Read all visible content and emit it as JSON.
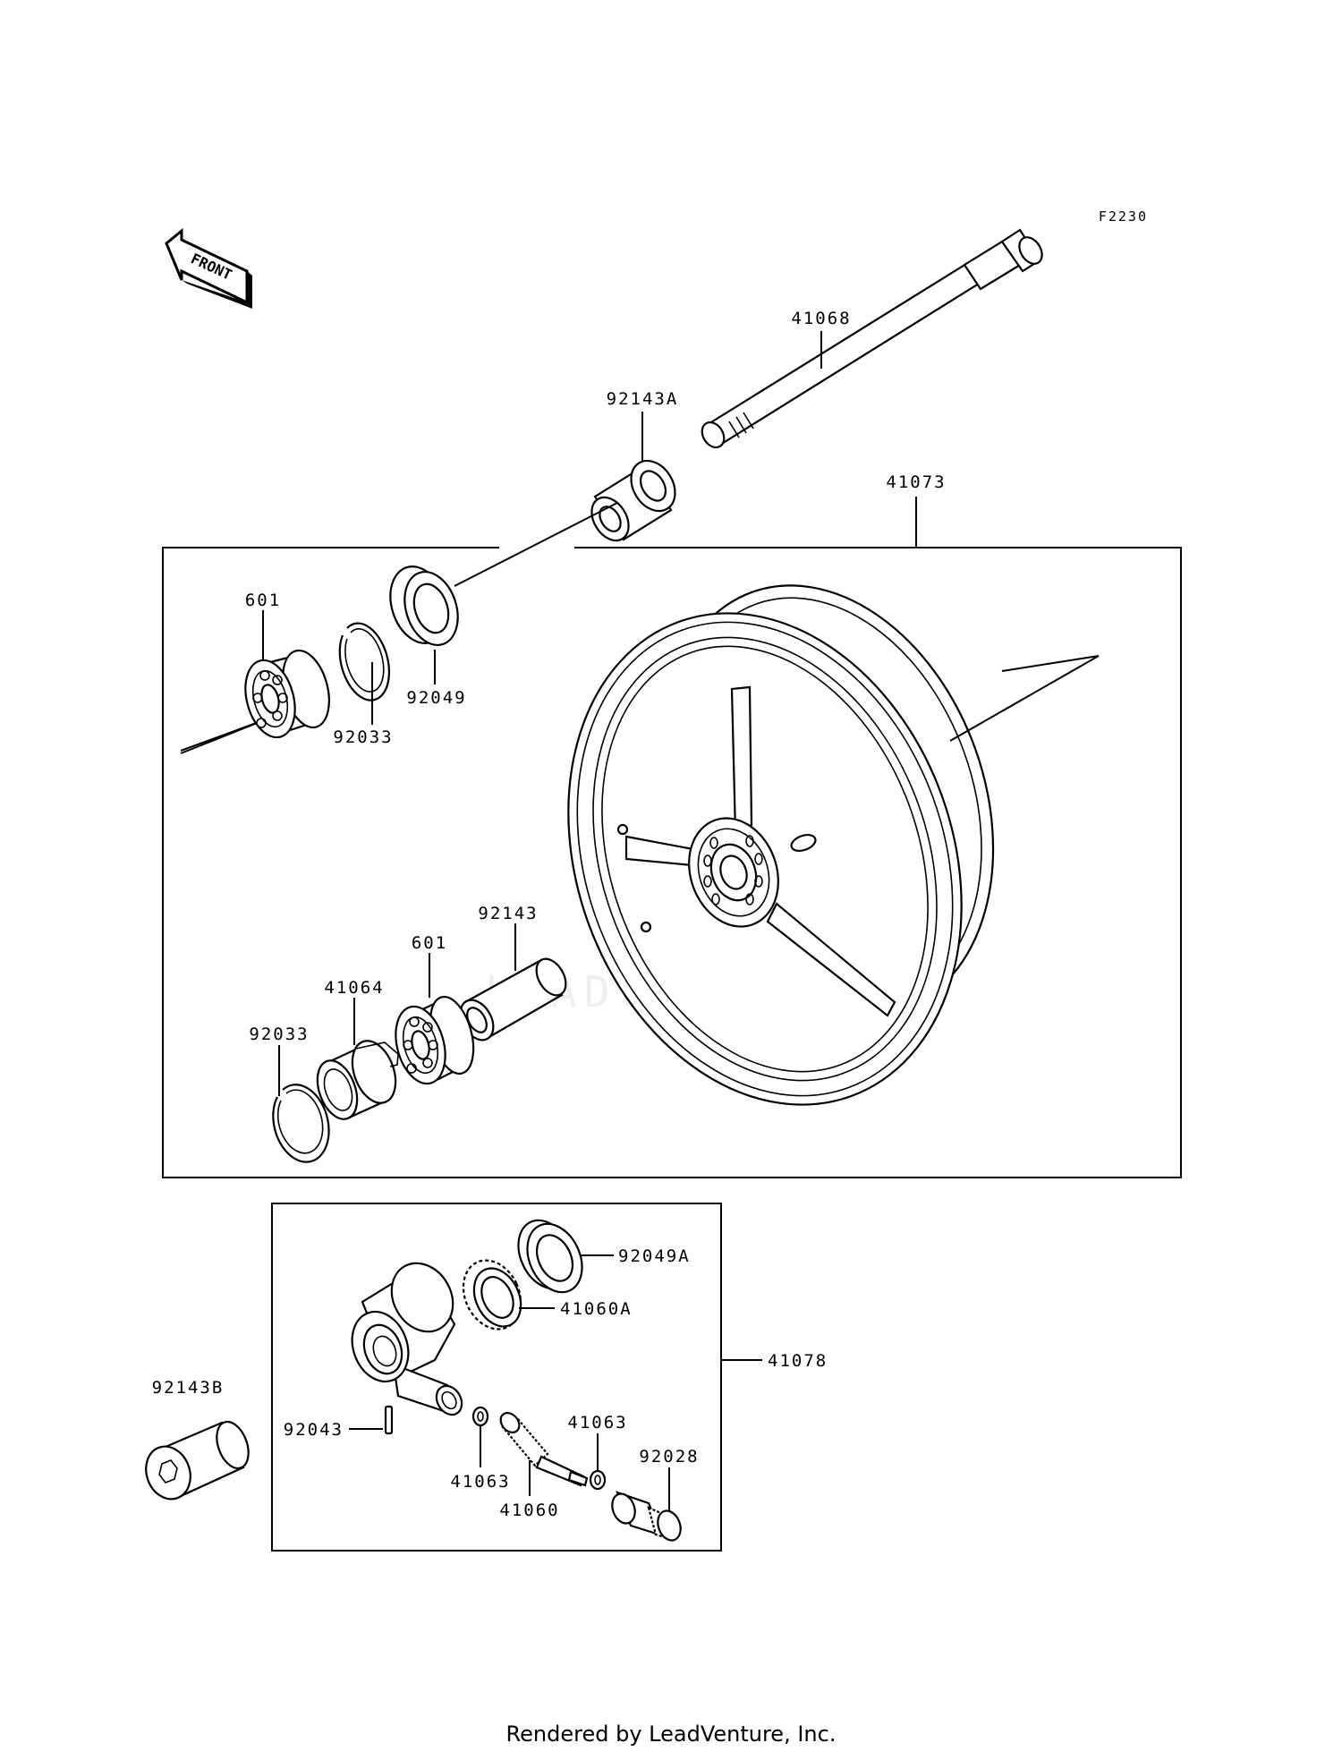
{
  "diagram": {
    "ref_code": "F2230",
    "front_arrow_label": "FRONT",
    "watermark": "LEADVENTURE",
    "footer": "Rendered by LeadVenture, Inc.",
    "callouts": [
      {
        "id": "c41068",
        "text": "41068"
      },
      {
        "id": "c92143A",
        "text": "92143A"
      },
      {
        "id": "c41073",
        "text": "41073"
      },
      {
        "id": "c601a",
        "text": "601"
      },
      {
        "id": "c92049",
        "text": "92049"
      },
      {
        "id": "c92033a",
        "text": "92033"
      },
      {
        "id": "c92143",
        "text": "92143"
      },
      {
        "id": "c601b",
        "text": "601"
      },
      {
        "id": "c41064",
        "text": "41064"
      },
      {
        "id": "c92033b",
        "text": "92033"
      },
      {
        "id": "c92049A",
        "text": "92049A"
      },
      {
        "id": "c41060A",
        "text": "41060A"
      },
      {
        "id": "c41078",
        "text": "41078"
      },
      {
        "id": "c92143B",
        "text": "92143B"
      },
      {
        "id": "c92043",
        "text": "92043"
      },
      {
        "id": "c41063a",
        "text": "41063"
      },
      {
        "id": "c41063b",
        "text": "41063"
      },
      {
        "id": "c92028",
        "text": "92028"
      },
      {
        "id": "c41060",
        "text": "41060"
      }
    ]
  }
}
